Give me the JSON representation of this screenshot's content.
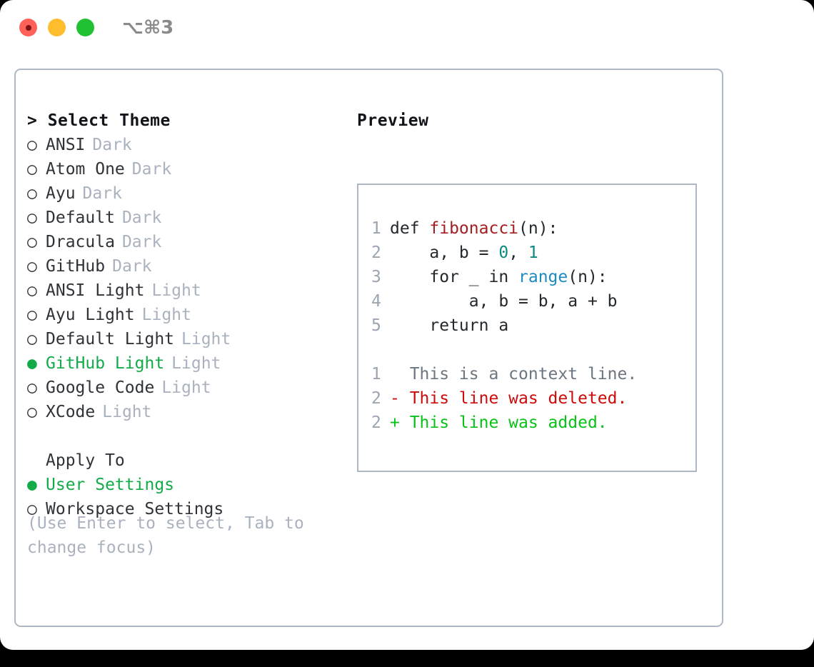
{
  "titlebar": {
    "shortcut": "⌥⌘3",
    "buttons": [
      {
        "name": "close",
        "color": "#ff6159"
      },
      {
        "name": "minimize",
        "color": "#ffbd2e"
      },
      {
        "name": "maximize",
        "color": "#21c134"
      }
    ]
  },
  "theme_picker": {
    "header": "> Select Theme",
    "bullet_selected": "●",
    "bullet_unselected": "○",
    "selected_color": "#13ab49",
    "badge_color": "#a9b2be",
    "items": [
      {
        "name": "ANSI",
        "variant": "Dark",
        "selected": false
      },
      {
        "name": "Atom One",
        "variant": "Dark",
        "selected": false
      },
      {
        "name": "Ayu",
        "variant": "Dark",
        "selected": false
      },
      {
        "name": "Default",
        "variant": "Dark",
        "selected": false
      },
      {
        "name": "Dracula",
        "variant": "Dark",
        "selected": false
      },
      {
        "name": "GitHub",
        "variant": "Dark",
        "selected": false
      },
      {
        "name": "ANSI Light",
        "variant": "Light",
        "selected": false
      },
      {
        "name": "Ayu Light",
        "variant": "Light",
        "selected": false
      },
      {
        "name": "Default Light",
        "variant": "Light",
        "selected": false
      },
      {
        "name": "GitHub Light",
        "variant": "Light",
        "selected": true
      },
      {
        "name": "Google Code",
        "variant": "Light",
        "selected": false
      },
      {
        "name": "XCode",
        "variant": "Light",
        "selected": false
      }
    ]
  },
  "apply_to": {
    "header": "Apply To",
    "options": [
      {
        "label": "User Settings",
        "selected": true
      },
      {
        "label": "Workspace Settings",
        "selected": false
      }
    ]
  },
  "hint": "(Use Enter to select, Tab to change focus)",
  "preview": {
    "title": "Preview",
    "code": [
      {
        "num": "1",
        "tokens": [
          {
            "t": "def ",
            "c": "plain"
          },
          {
            "t": "fibonacci",
            "c": "fn"
          },
          {
            "t": "(n):",
            "c": "plain"
          }
        ]
      },
      {
        "num": "2",
        "tokens": [
          {
            "t": "    a, b = ",
            "c": "plain"
          },
          {
            "t": "0",
            "c": "num"
          },
          {
            "t": ", ",
            "c": "plain"
          },
          {
            "t": "1",
            "c": "num"
          }
        ]
      },
      {
        "num": "3",
        "tokens": [
          {
            "t": "    for _ in ",
            "c": "plain"
          },
          {
            "t": "range",
            "c": "call"
          },
          {
            "t": "(n):",
            "c": "plain"
          }
        ]
      },
      {
        "num": "4",
        "tokens": [
          {
            "t": "        a, b = b, a + b",
            "c": "plain"
          }
        ]
      },
      {
        "num": "5",
        "tokens": [
          {
            "t": "    return a",
            "c": "plain"
          }
        ]
      }
    ],
    "diff": [
      {
        "num": "1",
        "marker": " ",
        "text": " This is a context line.",
        "kind": "ctx"
      },
      {
        "num": "2",
        "marker": "-",
        "text": " This line was deleted.",
        "kind": "del"
      },
      {
        "num": "2",
        "marker": "+",
        "text": " This line was added.",
        "kind": "add"
      }
    ],
    "colors": {
      "function": "#a41e22",
      "number": "#0d8a80",
      "call": "#1d8ac0",
      "plain": "#24292e",
      "line_number": "#9aa5b1",
      "diff_context": "#6b7680",
      "diff_deleted": "#cc0b0b",
      "diff_added": "#09c217"
    }
  }
}
